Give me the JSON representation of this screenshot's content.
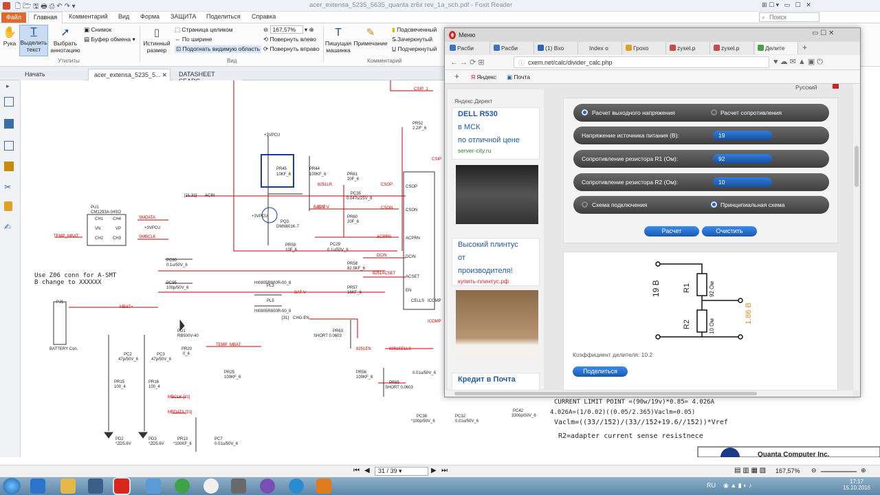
{
  "window": {
    "title": "acer_extensa_5235_5635_quanta zr6x rev_1a_sch.pdf - Foxit Reader"
  },
  "menu": {
    "file": "Файл",
    "home": "Главная",
    "comment": "Комментарий",
    "view": "Вид",
    "form": "Форма",
    "protect": "ЗАЩИТА",
    "share": "Поделиться",
    "help": "Справка",
    "search_placeholder": "Поиск"
  },
  "ribbon": {
    "hand": "Рука",
    "select_text": "Выделить текст",
    "select_annot": "Выбрать аннотацию",
    "snapshot": "Снимок",
    "clipboard": "Буфер обмена",
    "utilities": "Утилиты",
    "actual_size": "Истинный размер",
    "fit_page": "Страница целиком",
    "fit_width": "По ширине",
    "fit_visible": "Подогнать видимую область",
    "zoom": "167,57%",
    "rotate_left": "Повернуть влево",
    "rotate_right": "Повернуть вправо",
    "view_group": "Вид",
    "typewriter": "Пишущая машинка",
    "note": "Примечание",
    "highlight": "Подсвеченный",
    "strikeout": "Зачеркнутый",
    "underline": "Подчеркнутый",
    "comments_group": "Комментарий"
  },
  "doc_tabs": [
    "Начать",
    "acer_extensa_5235_5...",
    "DATASHEET SEARC..."
  ],
  "schematic": {
    "note1": "Use Z06 conn for A-SMT",
    "note2": "B change to XXXXXX",
    "labels": [
      "+3VPCU",
      "PR45",
      "10KF_6",
      "PR44",
      "100KF_6",
      "ACIN",
      "PQ3",
      "DMN601K-7",
      "PR59",
      "10F_6",
      "PC29",
      "0.1u/50V_6",
      "PR61",
      "20F_6",
      "PC35",
      "0.047u/25V_8",
      "PR60",
      "20F_6",
      "PR58",
      "82.5KF_6",
      "PR57",
      "16KF_6",
      "PU1",
      "CM1293A-04SO",
      "CH1",
      "CH4",
      "VN",
      "VP",
      "CH2",
      "CH3",
      "+3VPCU",
      "PC60",
      "0.1u/50V_6",
      "PC95",
      "100p/50V_6",
      "PL3",
      "HI0805R800R-00_8",
      "PL5",
      "HI0805R800R-00_8",
      "PJ1",
      "BATTERY Con.",
      "PD1",
      "RB500V-40",
      "PR20",
      "0_6",
      "PC2",
      "47p/50V_6",
      "PC3",
      "47p/50V_6",
      "PR15",
      "100_4",
      "PR16",
      "100_4",
      "PR25",
      "100KF_6",
      "PD2",
      "*ZD5.6V",
      "PD3",
      "*ZD5.6V",
      "PR13",
      "*100KF_6",
      "PC7",
      "0.01u/50V_6",
      "PR63",
      "SHORT 0.0603",
      "PR56",
      "100KF_6",
      "PR65",
      "SHORT 0.0603",
      "PC38",
      "*100p/50V_6",
      "PC32",
      "0.01u/50V_6",
      "PC42",
      "3300p/50V_6",
      "PR52",
      "2.2/F_6",
      "CSOP",
      "CSON",
      "ACPRN",
      "DCIN",
      "ACSET",
      "EN",
      "CELLS",
      "ICOMP",
      "CHG-EN",
      "[31]",
      "[21,31]",
      "+3VPCU",
      "0.01u/50V_6"
    ],
    "red_labels": [
      "SMDATA",
      "SMBCLK",
      "TEMP_MBAT",
      "MBAT+",
      "BAT-V",
      "BAT-V",
      "TEMP_MBAT",
      "MBCLK [31]",
      "MBDATA [31]",
      "CSIP_1",
      "CSIP",
      "8251LR",
      "BAT-V",
      "8251ACSET",
      "8251EN",
      "8251CELLS",
      "ACPRN",
      "DCIN",
      "ICOMP",
      "CSOP",
      "CSON"
    ],
    "formula1": "CURRENT LIMIT POINT =(90w/19v)*0.85= 4.026A",
    "formula2": "4.026A=(1/0.02)((0.05/2.365)Vaclm=0.05)",
    "formula3": "Vaclm=((33//152)/(33//152+19.6//152))*Vref",
    "formula4": "R2=adapter current sense resistnece",
    "company": "Quanta Computer Inc."
  },
  "status": {
    "page": "31 / 39",
    "zoom": "167,57%"
  },
  "taskbar": {
    "lang": "RU",
    "time": "17:17",
    "date": "15.10.2016"
  },
  "browser": {
    "menu": "Меню",
    "tabs": [
      "Расби",
      "Расби",
      "(1) Вхо",
      "Index o",
      "Грохо",
      "zysel.p",
      "zysel.p",
      "Делите"
    ],
    "url": "cxem.net/calc/divider_calc.php",
    "bookmark1": "Яндекс",
    "bookmark2": "Почта",
    "lang": "Русский",
    "ads_title": "Яндекс.Директ",
    "ad1": {
      "title_bold": "DELL R530",
      "l2": "в МСК",
      "l3": "по отличной цене",
      "url": "server-city.ru"
    },
    "ad2": {
      "l1": "Высокий плинтус",
      "l2": "от",
      "l3": "производителя!",
      "url": "купить-плинтус.рф"
    },
    "ad3": {
      "l1": "Кредит в Почта"
    },
    "calc": {
      "mode1": "Расчет выходного напряжения",
      "mode2": "Расчет сопротивления",
      "vin_label": "Напряжение источника питания (В):",
      "vin": "19",
      "r1_label": "Сопротивление резистора R1 (Ом):",
      "r1": "92",
      "r2_label": "Сопротивление резистора R2 (Ом):",
      "r2": "10",
      "view1": "Схема подключения",
      "view2": "Принципиальная схема",
      "calc_btn": "Расчет",
      "clear_btn": "Очистить",
      "diagram": {
        "vin": "19 В",
        "r1": "R1",
        "r1v": "92 Ом",
        "r2": "R2",
        "r2v": "10 Ом",
        "vout": "1.86 В"
      },
      "ratio": "Коэффициент делителя: 10.2",
      "share": "Поделиться"
    }
  }
}
